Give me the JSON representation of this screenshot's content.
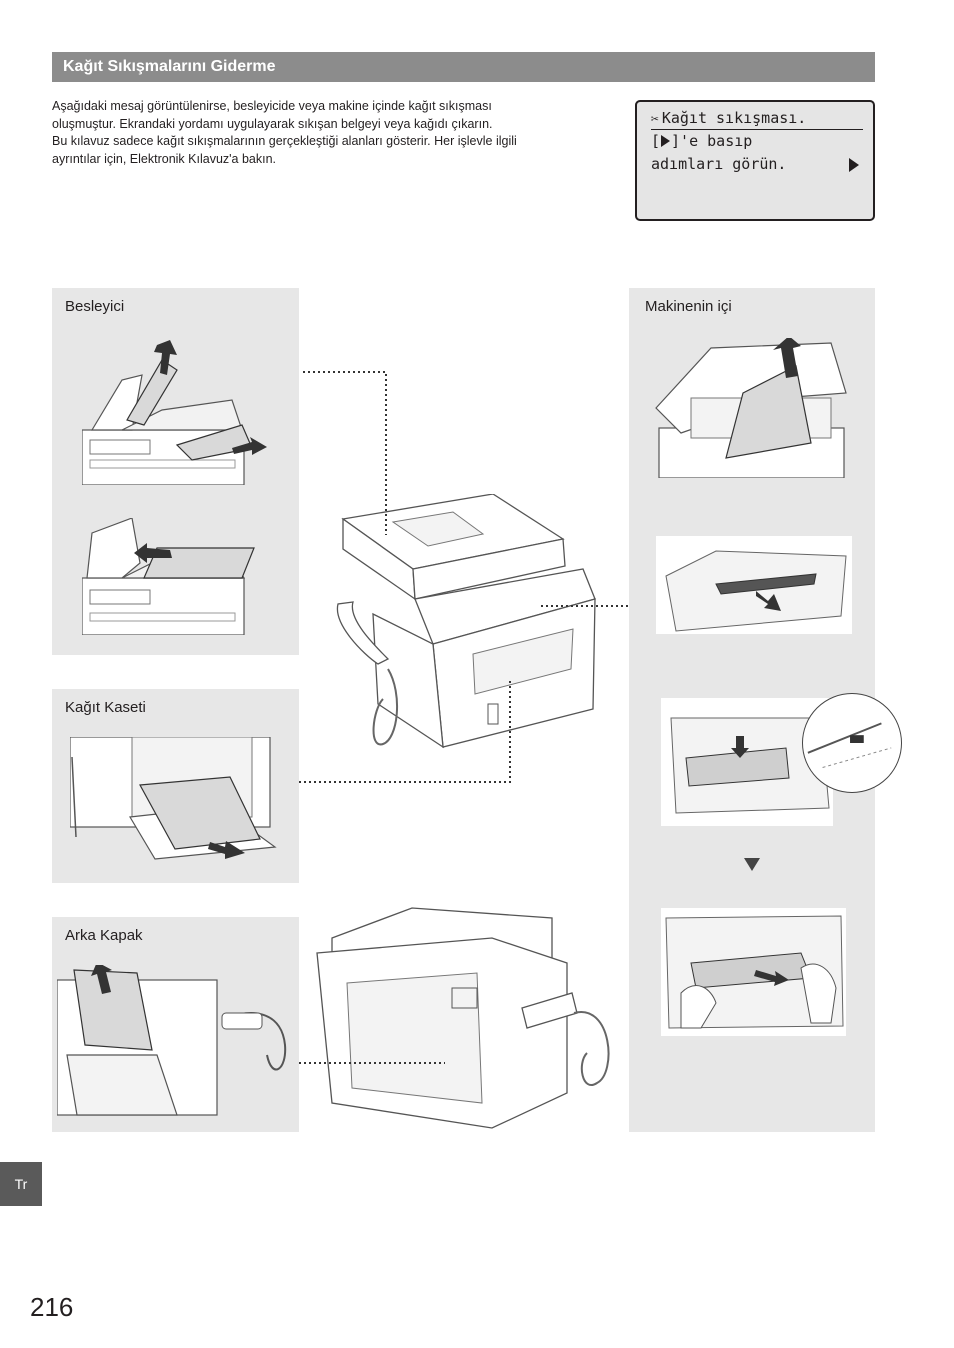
{
  "header": {
    "title": "Kağıt Sıkışmalarını Giderme"
  },
  "intro": {
    "line1": "Aşağıdaki mesaj görüntülenirse, besleyicide veya makine içinde kağıt sıkışması",
    "line2": "oluşmuştur. Ekrandaki yordamı uygulayarak sıkışan belgeyi veya kağıdı çıkarın.",
    "line3": "Bu kılavuz sadece kağıt sıkışmalarının gerçekleştiği alanları gösterir. Her işlevle ilgili",
    "line4": "ayrıntılar için, Elektronik Kılavuz'a bakın."
  },
  "lcd": {
    "line1": "Kağıt sıkışması.",
    "line2_prefix": "[",
    "line2_suffix": "]'e basıp",
    "line3": "adımları görün."
  },
  "panels": {
    "feeder": "Besleyici",
    "cassette": "Kağıt Kaseti",
    "rear_cover": "Arka Kapak",
    "inside": "Makinenin içi"
  },
  "footer": {
    "lang": "Tr",
    "page_number": "216"
  },
  "colors": {
    "header_bg": "#8c8c8c",
    "panel_bg": "#e7e7e7",
    "lcd_bg": "#e5e5e5",
    "lang_tab": "#5a5a5a"
  }
}
